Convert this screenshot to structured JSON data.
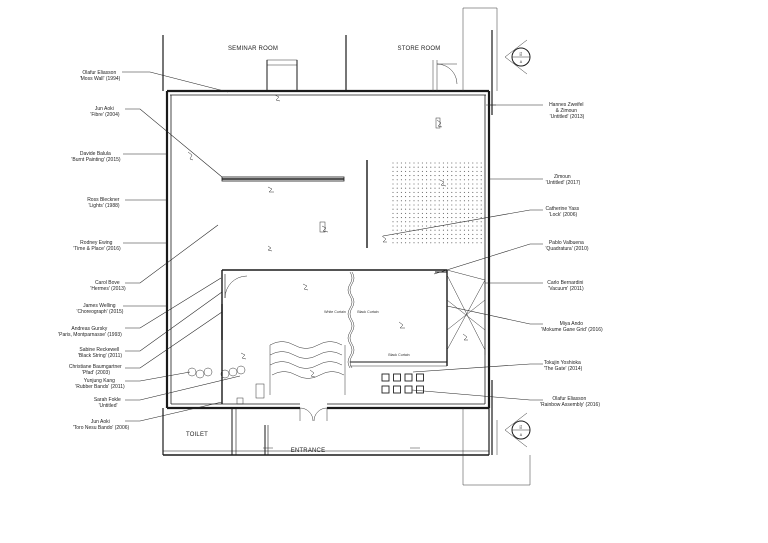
{
  "rooms": {
    "seminar": "SEMINAR ROOM",
    "store": "STORE ROOM",
    "toilet": "TOILET",
    "entrance": "ENTRANCE"
  },
  "section_markers": {
    "top": {
      "number": "01",
      "sheet": "A"
    },
    "bottom": {
      "number": "01",
      "sheet": "A"
    }
  },
  "curtains": {
    "white": "White Curtain",
    "black_left": "Black Curtain",
    "black_bottom": "Black Curtain"
  },
  "artworks_left": [
    {
      "artist": "Olafur Eliasson",
      "title": "'Moss Wall' (1994)"
    },
    {
      "artist": "Jun Aoki",
      "title": "'Fibre' (2004)"
    },
    {
      "artist": "Davide Balula",
      "title": "'Burnt Painting' (2015)"
    },
    {
      "artist": "Ross Bleckner",
      "title": "'Lights' (1988)"
    },
    {
      "artist": "Rodney Ewing",
      "title": "'Time & Place' (2016)"
    },
    {
      "artist": "Carol Bove",
      "title": "'Hermes' (2013)"
    },
    {
      "artist": "James Welling",
      "title": "'Choreograph' (2015)"
    },
    {
      "artist": "Andreas Gursky",
      "title": "'Paris, Montparnasse' (1993)"
    },
    {
      "artist": "Sabine Reckewell",
      "title": "'Black String' (2011)"
    },
    {
      "artist": "Christiane Baumgartner",
      "title": "'Pfad' (2003)"
    },
    {
      "artist": "Yunjung Kang",
      "title": "'Rubber Bands' (2011)"
    },
    {
      "artist": "Sarah Fokle",
      "title": "'Untitled'"
    },
    {
      "artist": "Jun Aoki",
      "title": "'Toro Nesu Bando' (2006)"
    }
  ],
  "artworks_right": [
    {
      "artist": "Hannes Zweifel",
      "artist2": "& Zimoun",
      "title": "'Untitled' (2013)"
    },
    {
      "artist": "Zimoun",
      "title": "'Untitled' (2017)"
    },
    {
      "artist": "Catherine Yass",
      "title": "'Lock' (2006)"
    },
    {
      "artist": "Pablo Valbuena",
      "title": "'Quadratura' (2010)"
    },
    {
      "artist": "Carlo Bernardini",
      "title": "'Vacuum' (2011)"
    },
    {
      "artist": "Miya Ando",
      "title": "'Mokume Gane Grid' (2016)"
    },
    {
      "artist": "Tokujin Yoshioka",
      "title": "'The Gate' (2014)"
    },
    {
      "artist": "Olafur Eliasson",
      "title": "'Rainbow Assembly' (2016)"
    }
  ]
}
